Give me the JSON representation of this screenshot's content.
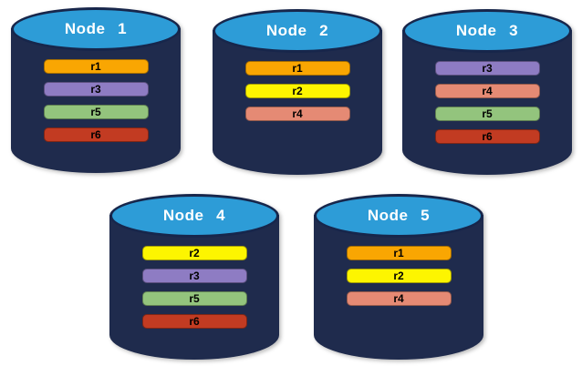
{
  "diagram": {
    "description": "Database nodes with replica placement",
    "colors": {
      "cylinder_top": "#2D9CD7",
      "cylinder_body": "#1F2B4D",
      "cylinder_border": "#17264B",
      "replica_colors": {
        "r1": "#F9A602",
        "r2": "#FDF500",
        "r3": "#8E7CC3",
        "r4": "#E58A74",
        "r5": "#93C47D",
        "r6": "#C23B22"
      }
    },
    "nodes": [
      {
        "label": "Node 1",
        "replicas": [
          "r1",
          "r3",
          "r5",
          "r6"
        ]
      },
      {
        "label": "Node 2",
        "replicas": [
          "r1",
          "r2",
          "r4"
        ]
      },
      {
        "label": "Node 3",
        "replicas": [
          "r3",
          "r4",
          "r5",
          "r6"
        ]
      },
      {
        "label": "Node 4",
        "replicas": [
          "r2",
          "r3",
          "r5",
          "r6"
        ]
      },
      {
        "label": "Node 5",
        "replicas": [
          "r1",
          "r2",
          "r4"
        ]
      }
    ]
  }
}
